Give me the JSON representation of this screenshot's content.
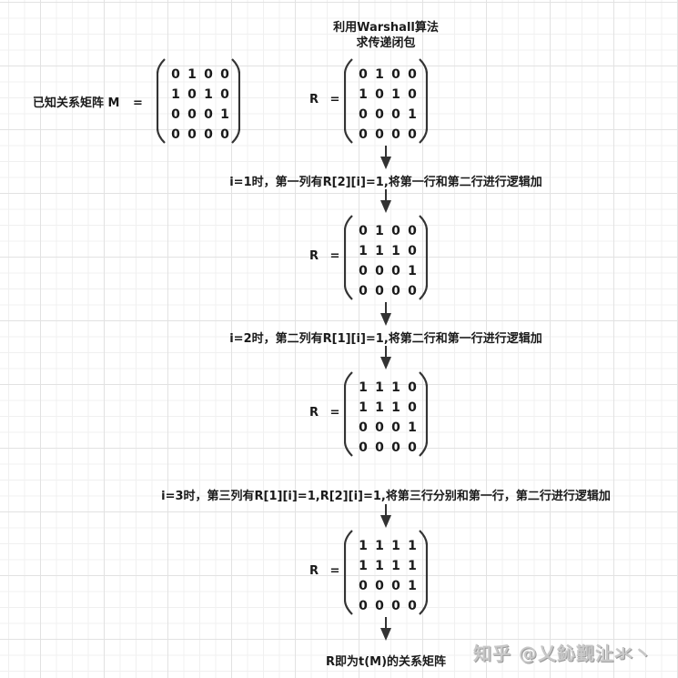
{
  "given": {
    "label": "已知关系矩阵 M",
    "equals": "=",
    "matrix": [
      [
        "0",
        "1",
        "0",
        "0"
      ],
      [
        "1",
        "0",
        "1",
        "0"
      ],
      [
        "0",
        "0",
        "0",
        "1"
      ],
      [
        "0",
        "0",
        "0",
        "0"
      ]
    ]
  },
  "title": {
    "line1": "利用Warshall算法",
    "line2": "求传递闭包"
  },
  "steps": [
    {
      "label": "R",
      "equals": "=",
      "matrix": [
        [
          "0",
          "1",
          "0",
          "0"
        ],
        [
          "1",
          "0",
          "1",
          "0"
        ],
        [
          "0",
          "0",
          "0",
          "1"
        ],
        [
          "0",
          "0",
          "0",
          "0"
        ]
      ],
      "caption": "i=1时，第一列有R[2][i]=1,将第一行和第二行进行逻辑加"
    },
    {
      "label": "R",
      "equals": "=",
      "matrix": [
        [
          "0",
          "1",
          "0",
          "0"
        ],
        [
          "1",
          "1",
          "1",
          "0"
        ],
        [
          "0",
          "0",
          "0",
          "1"
        ],
        [
          "0",
          "0",
          "0",
          "0"
        ]
      ],
      "caption": "i=2时，第二列有R[1][i]=1,将第二行和第一行进行逻辑加"
    },
    {
      "label": "R",
      "equals": "=",
      "matrix": [
        [
          "1",
          "1",
          "1",
          "0"
        ],
        [
          "1",
          "1",
          "1",
          "0"
        ],
        [
          "0",
          "0",
          "0",
          "1"
        ],
        [
          "0",
          "0",
          "0",
          "0"
        ]
      ],
      "caption": "i=3时，第三列有R[1][i]=1,R[2][i]=1,将第三行分别和第一行，第二行进行逻辑加"
    },
    {
      "label": "R",
      "equals": "=",
      "matrix": [
        [
          "1",
          "1",
          "1",
          "1"
        ],
        [
          "1",
          "1",
          "1",
          "1"
        ],
        [
          "0",
          "0",
          "0",
          "1"
        ],
        [
          "0",
          "0",
          "0",
          "0"
        ]
      ],
      "caption": "R即为t(M)的关系矩阵"
    }
  ],
  "watermark": "知乎 @乂鈊觐沚氺丶",
  "colors": {
    "text": "#1a1a1a",
    "arrow": "#333333",
    "grid_minor": "#f0f0f0",
    "grid_major": "#e2e2e2",
    "background": "#ffffff"
  }
}
